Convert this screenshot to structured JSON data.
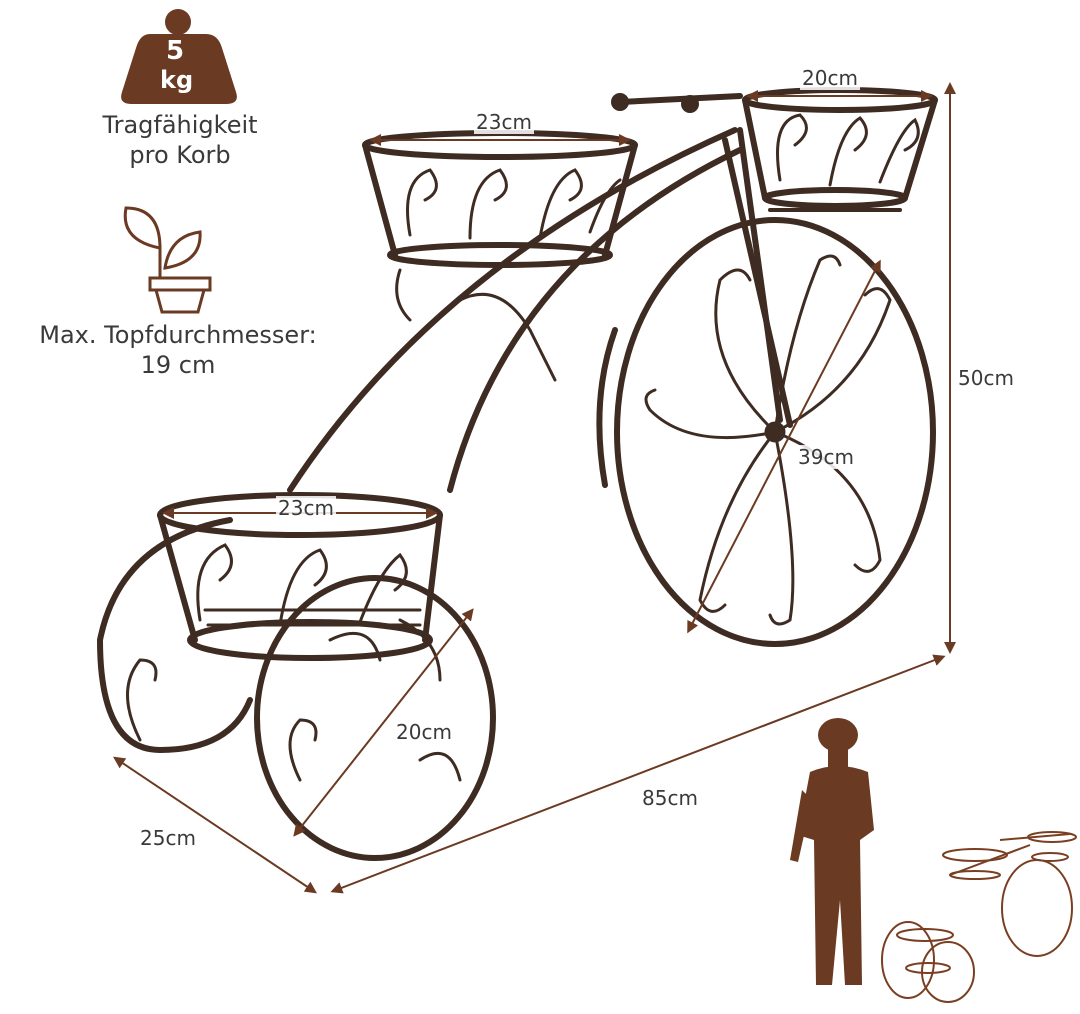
{
  "weight_badge": {
    "value": "5",
    "unit": "kg",
    "icon": "weight-icon"
  },
  "capacity_label": [
    "Tragfähigkeit",
    "pro Korb"
  ],
  "plant_icon": "plant-pot-icon",
  "pot_label": [
    "Max. Topfdurchmesser:",
    "19 cm"
  ],
  "dimensions": {
    "front_basket_top": "20cm",
    "middle_basket": "23cm",
    "rear_basket": "23cm",
    "front_wheel": "39cm",
    "rear_wheel": "20cm",
    "height": "50cm",
    "length": "85cm",
    "width": "25cm"
  },
  "colors": {
    "metal": "#3e2b22",
    "brown": "#6b3a22",
    "arrow": "#6b3a22"
  }
}
